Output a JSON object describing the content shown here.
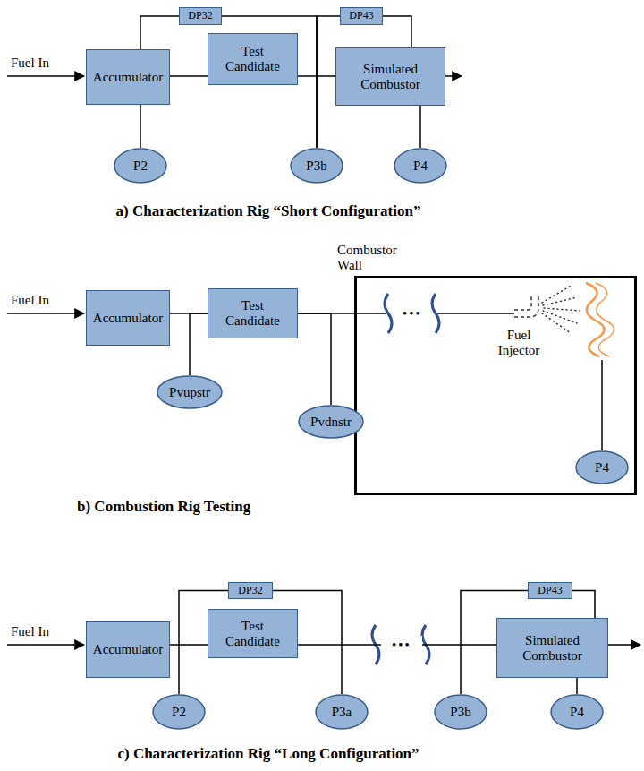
{
  "diagram": {
    "nodes": [
      {
        "text": [
          "DP32"
        ]
      },
      {
        "text": [
          "DP43"
        ]
      },
      {
        "text": [
          "Accumulator"
        ]
      },
      {
        "text": [
          "Test Candidate"
        ]
      },
      {
        "text": [
          "Simulated Combustor"
        ]
      },
      {
        "text": [
          "P2"
        ]
      },
      {
        "text": [
          "P3b"
        ]
      },
      {
        "text": [
          "P4"
        ]
      },
      {
        "text": [
          "Combustor Wall"
        ]
      },
      {
        "text": [
          "Accumulator"
        ]
      },
      {
        "text": [
          "Test Candidate"
        ]
      },
      {
        "text": [
          "Pvupstr"
        ]
      },
      {
        "text": [
          "Pvdnstr"
        ]
      },
      {
        "text": [
          "P4"
        ],
        "in": 8
      },
      {
        "text": [
          "DP32"
        ]
      },
      {
        "text": [
          "DP43"
        ]
      },
      {
        "text": [
          "Accumulator"
        ]
      },
      {
        "text": [
          "Test Candidate"
        ]
      },
      {
        "text": [
          "Simulated Combustor"
        ]
      },
      {
        "text": [
          "P2"
        ]
      },
      {
        "text": [
          "P3a"
        ]
      },
      {
        "text": [
          "P3b"
        ]
      },
      {
        "text": [
          "P4"
        ]
      }
    ],
    "edges": [
      {
        "from": 2,
        "to": 3,
        "arrow": "none"
      },
      {
        "from": 3,
        "to": 4,
        "arrow": "none"
      },
      {
        "from": 5,
        "to": 0,
        "arrow": "none"
      },
      {
        "from": 6,
        "to": 0,
        "arrow": "none"
      },
      {
        "from": 6,
        "to": 1,
        "arrow": "none"
      },
      {
        "from": 1,
        "to": 4,
        "arrow": "none"
      },
      {
        "from": 7,
        "to": 4,
        "arrow": "none"
      },
      {
        "from": 9,
        "to": 10,
        "arrow": "none"
      },
      {
        "from": 11,
        "to": 10,
        "arrow": "none"
      },
      {
        "from": 10,
        "to": 8,
        "arrow": "none"
      },
      {
        "from": 12,
        "to": 10,
        "arrow": "none"
      },
      {
        "from": 16,
        "to": 17,
        "arrow": "none"
      },
      {
        "from": 17,
        "to": 18,
        "arrow": "none"
      },
      {
        "from": 19,
        "to": 14,
        "arrow": "none"
      },
      {
        "from": 20,
        "to": 14,
        "arrow": "none"
      },
      {
        "from": 21,
        "to": 15,
        "arrow": "none"
      },
      {
        "from": 15,
        "to": 18,
        "arrow": "none"
      },
      {
        "from": 22,
        "to": 18,
        "arrow": "none"
      }
    ],
    "labels": [
      "Fuel In",
      "a) Characterization Rig “Short Configuration”",
      "Fuel In",
      "•••",
      "Fuel Injector",
      "b) Combustion Rig Testing",
      "Fuel In",
      "•••",
      "c) Characterization Rig “Long Configuration”"
    ]
  }
}
